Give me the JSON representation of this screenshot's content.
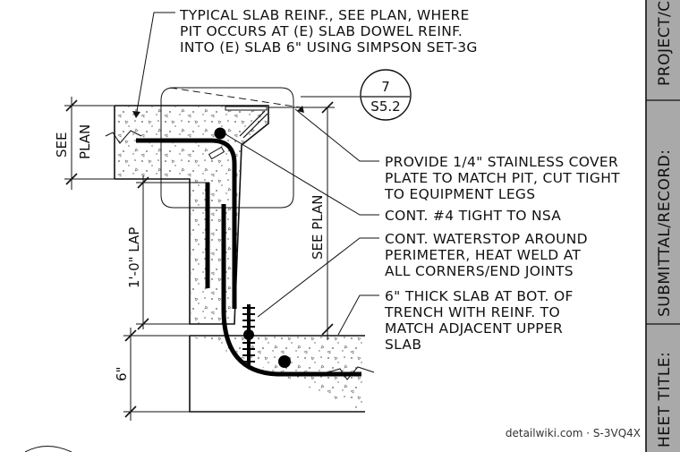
{
  "notes": {
    "typical_slab": [
      "TYPICAL SLAB REINF., SEE PLAN, WHERE",
      "PIT OCCURS AT (E) SLAB DOWEL REINF.",
      "INTO (E) SLAB 6\" USING SIMPSON SET-3G"
    ],
    "cover_plate": [
      "PROVIDE 1/4\" STAINLESS COVER",
      "PLATE TO MATCH PIT, CUT TIGHT",
      "TO EQUIPMENT LEGS"
    ],
    "cont_bar": [
      "CONT. #4 TIGHT TO NSA"
    ],
    "waterstop": [
      "CONT. WATERSTOP AROUND",
      "PERIMETER, HEAT WELD AT",
      "ALL CORNERS/END JOINTS"
    ],
    "bottom_slab": [
      "6\" THICK SLAB AT BOT. OF",
      "TRENCH WITH REINF. TO",
      "MATCH ADJACENT UPPER",
      "SLAB"
    ]
  },
  "detail_tag": {
    "number": "7",
    "sheet": "S5.2"
  },
  "dimensions": {
    "see_plan_left": [
      "SEE",
      "PLAN"
    ],
    "see_plan_right": "SEE PLAN",
    "lap": "1'-0\" LAP",
    "slab_thickness": "6\""
  },
  "title_block": {
    "project": "PROJECT/C",
    "submittal": "SUBMITTAL/RECORD:",
    "sheet_title": "HEET TITLE:"
  },
  "watermark": "detailwiki.com · S-3VQ4X"
}
